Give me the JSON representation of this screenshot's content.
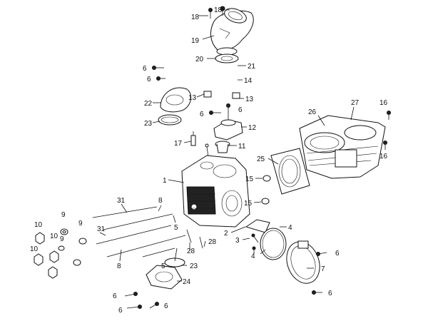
{
  "labels": [
    {
      "id": "callout-18a",
      "text": "18"
    },
    {
      "id": "callout-18b",
      "text": "18"
    },
    {
      "id": "callout-19",
      "text": "19"
    },
    {
      "id": "callout-20",
      "text": "20"
    },
    {
      "id": "callout-21",
      "text": "21"
    },
    {
      "id": "callout-14",
      "text": "14"
    },
    {
      "id": "callout-6a",
      "text": "6"
    },
    {
      "id": "callout-6b",
      "text": "6"
    },
    {
      "id": "callout-13a",
      "text": "13"
    },
    {
      "id": "callout-13b",
      "text": "13"
    },
    {
      "id": "callout-22",
      "text": "22"
    },
    {
      "id": "callout-23a",
      "text": "23"
    },
    {
      "id": "callout-6c",
      "text": "6"
    },
    {
      "id": "callout-6d",
      "text": "6"
    },
    {
      "id": "callout-12",
      "text": "12"
    },
    {
      "id": "callout-17",
      "text": "17"
    },
    {
      "id": "callout-11",
      "text": "11"
    },
    {
      "id": "callout-16a",
      "text": "16"
    },
    {
      "id": "callout-16b",
      "text": "16"
    },
    {
      "id": "callout-27",
      "text": "27"
    },
    {
      "id": "callout-26",
      "text": "26"
    },
    {
      "id": "callout-25",
      "text": "25"
    },
    {
      "id": "callout-1",
      "text": "1"
    },
    {
      "id": "callout-15a",
      "text": "15"
    },
    {
      "id": "callout-15b",
      "text": "15"
    },
    {
      "id": "callout-31a",
      "text": "31"
    },
    {
      "id": "callout-8a",
      "text": "8"
    },
    {
      "id": "callout-9a",
      "text": "9"
    },
    {
      "id": "callout-10a",
      "text": "10"
    },
    {
      "id": "callout-10b",
      "text": "10"
    },
    {
      "id": "callout-9b",
      "text": "9"
    },
    {
      "id": "callout-9c",
      "text": "9"
    },
    {
      "id": "callout-10c",
      "text": "10"
    },
    {
      "id": "callout-31b",
      "text": "31"
    },
    {
      "id": "callout-8b",
      "text": "8"
    },
    {
      "id": "callout-5a",
      "text": "5"
    },
    {
      "id": "callout-5b",
      "text": "5"
    },
    {
      "id": "callout-2",
      "text": "2"
    },
    {
      "id": "callout-3",
      "text": "3"
    },
    {
      "id": "callout-4a",
      "text": "4"
    },
    {
      "id": "callout-4b",
      "text": "4"
    },
    {
      "id": "callout-28a",
      "text": "28"
    },
    {
      "id": "callout-28b",
      "text": "28"
    },
    {
      "id": "callout-23b",
      "text": "23"
    },
    {
      "id": "callout-24",
      "text": "24"
    },
    {
      "id": "callout-6e",
      "text": "6"
    },
    {
      "id": "callout-7",
      "text": "7"
    },
    {
      "id": "callout-6f",
      "text": "6"
    },
    {
      "id": "callout-6g",
      "text": "6"
    },
    {
      "id": "callout-6h",
      "text": "6"
    },
    {
      "id": "callout-6i",
      "text": "6"
    }
  ]
}
